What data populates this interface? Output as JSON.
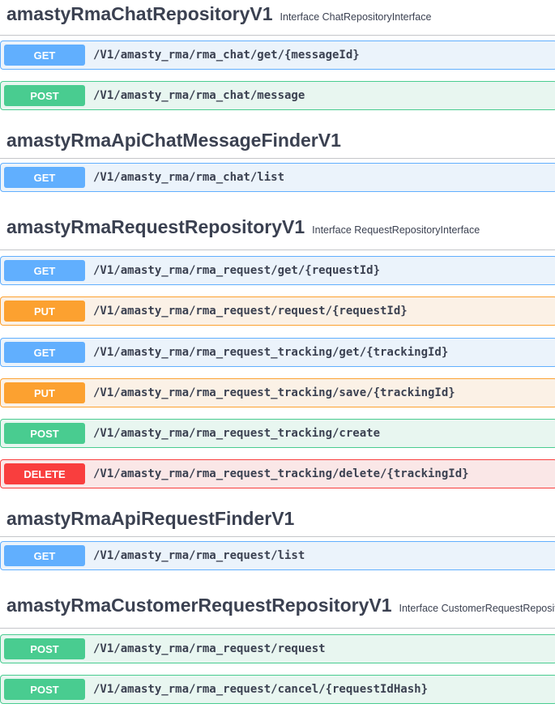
{
  "colors": {
    "get": "#61affe",
    "post": "#49cc90",
    "put": "#fca130",
    "delete": "#f93e3e",
    "text": "#3b4151"
  },
  "sections": [
    {
      "title": "amastyRmaChatRepositoryV1",
      "description": "Interface ChatRepositoryInterface",
      "operations": [
        {
          "method": "GET",
          "path": "/V1/amasty_rma/rma_chat/get/{messageId}"
        },
        {
          "method": "POST",
          "path": "/V1/amasty_rma/rma_chat/message"
        }
      ]
    },
    {
      "title": "amastyRmaApiChatMessageFinderV1",
      "description": "",
      "operations": [
        {
          "method": "GET",
          "path": "/V1/amasty_rma/rma_chat/list"
        }
      ]
    },
    {
      "title": "amastyRmaRequestRepositoryV1",
      "description": "Interface RequestRepositoryInterface",
      "operations": [
        {
          "method": "GET",
          "path": "/V1/amasty_rma/rma_request/get/{requestId}"
        },
        {
          "method": "PUT",
          "path": "/V1/amasty_rma/rma_request/request/{requestId}"
        },
        {
          "method": "GET",
          "path": "/V1/amasty_rma/rma_request_tracking/get/{trackingId}"
        },
        {
          "method": "PUT",
          "path": "/V1/amasty_rma/rma_request_tracking/save/{trackingId}"
        },
        {
          "method": "POST",
          "path": "/V1/amasty_rma/rma_request_tracking/create"
        },
        {
          "method": "DELETE",
          "path": "/V1/amasty_rma/rma_request_tracking/delete/{trackingId}"
        }
      ]
    },
    {
      "title": "amastyRmaApiRequestFinderV1",
      "description": "",
      "operations": [
        {
          "method": "GET",
          "path": "/V1/amasty_rma/rma_request/list"
        }
      ]
    },
    {
      "title": "amastyRmaCustomerRequestRepositoryV1",
      "description": "Interface CustomerRequestRepository",
      "operations": [
        {
          "method": "POST",
          "path": "/V1/amasty_rma/rma_request/request"
        },
        {
          "method": "POST",
          "path": "/V1/amasty_rma/rma_request/cancel/{requestIdHash}"
        }
      ]
    }
  ]
}
